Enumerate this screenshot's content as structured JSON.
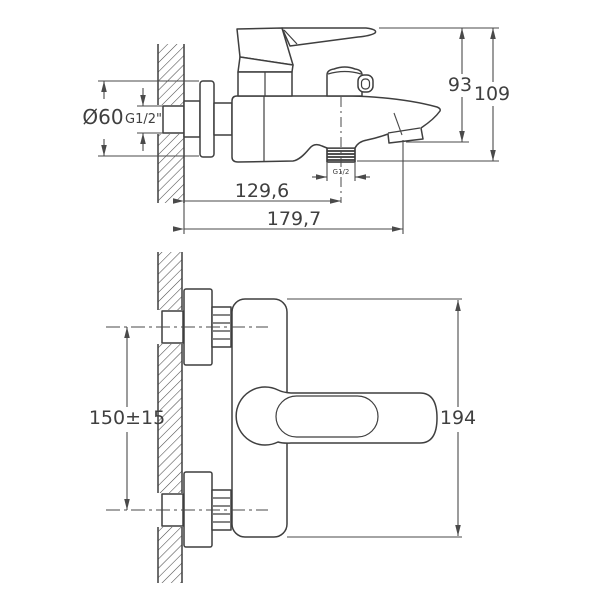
{
  "drawing": {
    "side_view": {
      "escutcheon_diameter_label": "Ø60",
      "wall_thread_label": "G1/2\"",
      "shower_outlet_thread_label": "G1/2",
      "height_handle_to_spout_label": "93",
      "height_overall_label": "109",
      "depth_to_shower_outlet_label": "129,6",
      "depth_overall_label": "179,7"
    },
    "front_view": {
      "body_height_label": "194",
      "connection_centers_label": "150±15"
    },
    "colors": {
      "line": "#3f3f3f",
      "background": "#ffffff"
    }
  }
}
